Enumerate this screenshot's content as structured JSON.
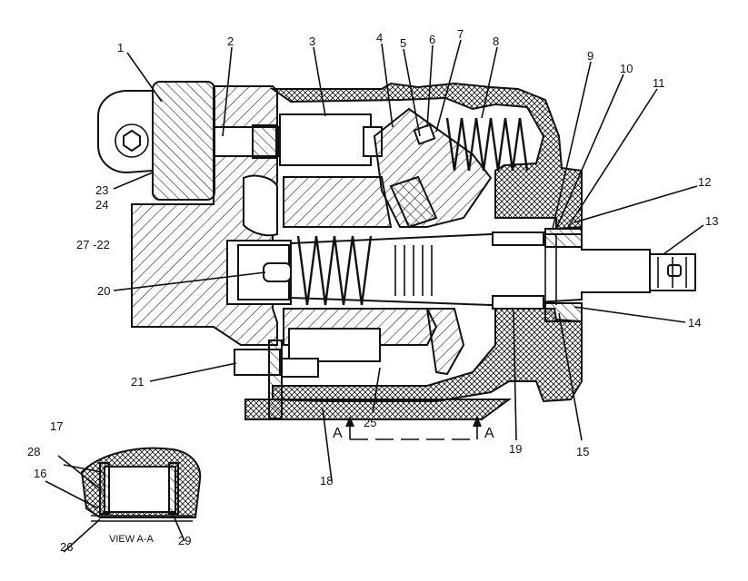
{
  "callouts": {
    "c1": "1",
    "c2": "2",
    "c3": "3",
    "c4": "4",
    "c5": "5",
    "c6": "6",
    "c7": "7",
    "c8": "8",
    "c9": "9",
    "c10": "10",
    "c11": "11",
    "c12": "12",
    "c13": "13",
    "c14": "14",
    "c15": "15",
    "c16": "16",
    "c17": "17",
    "c18": "18",
    "c19": "19",
    "c20": "20",
    "c21": "21",
    "c23": "23",
    "c24": "24",
    "c25": "25",
    "c26": "26",
    "c27_22": "27 -22",
    "c28": "28",
    "c29": "29"
  },
  "section_marker": "A",
  "view_label": "VIEW A-A"
}
